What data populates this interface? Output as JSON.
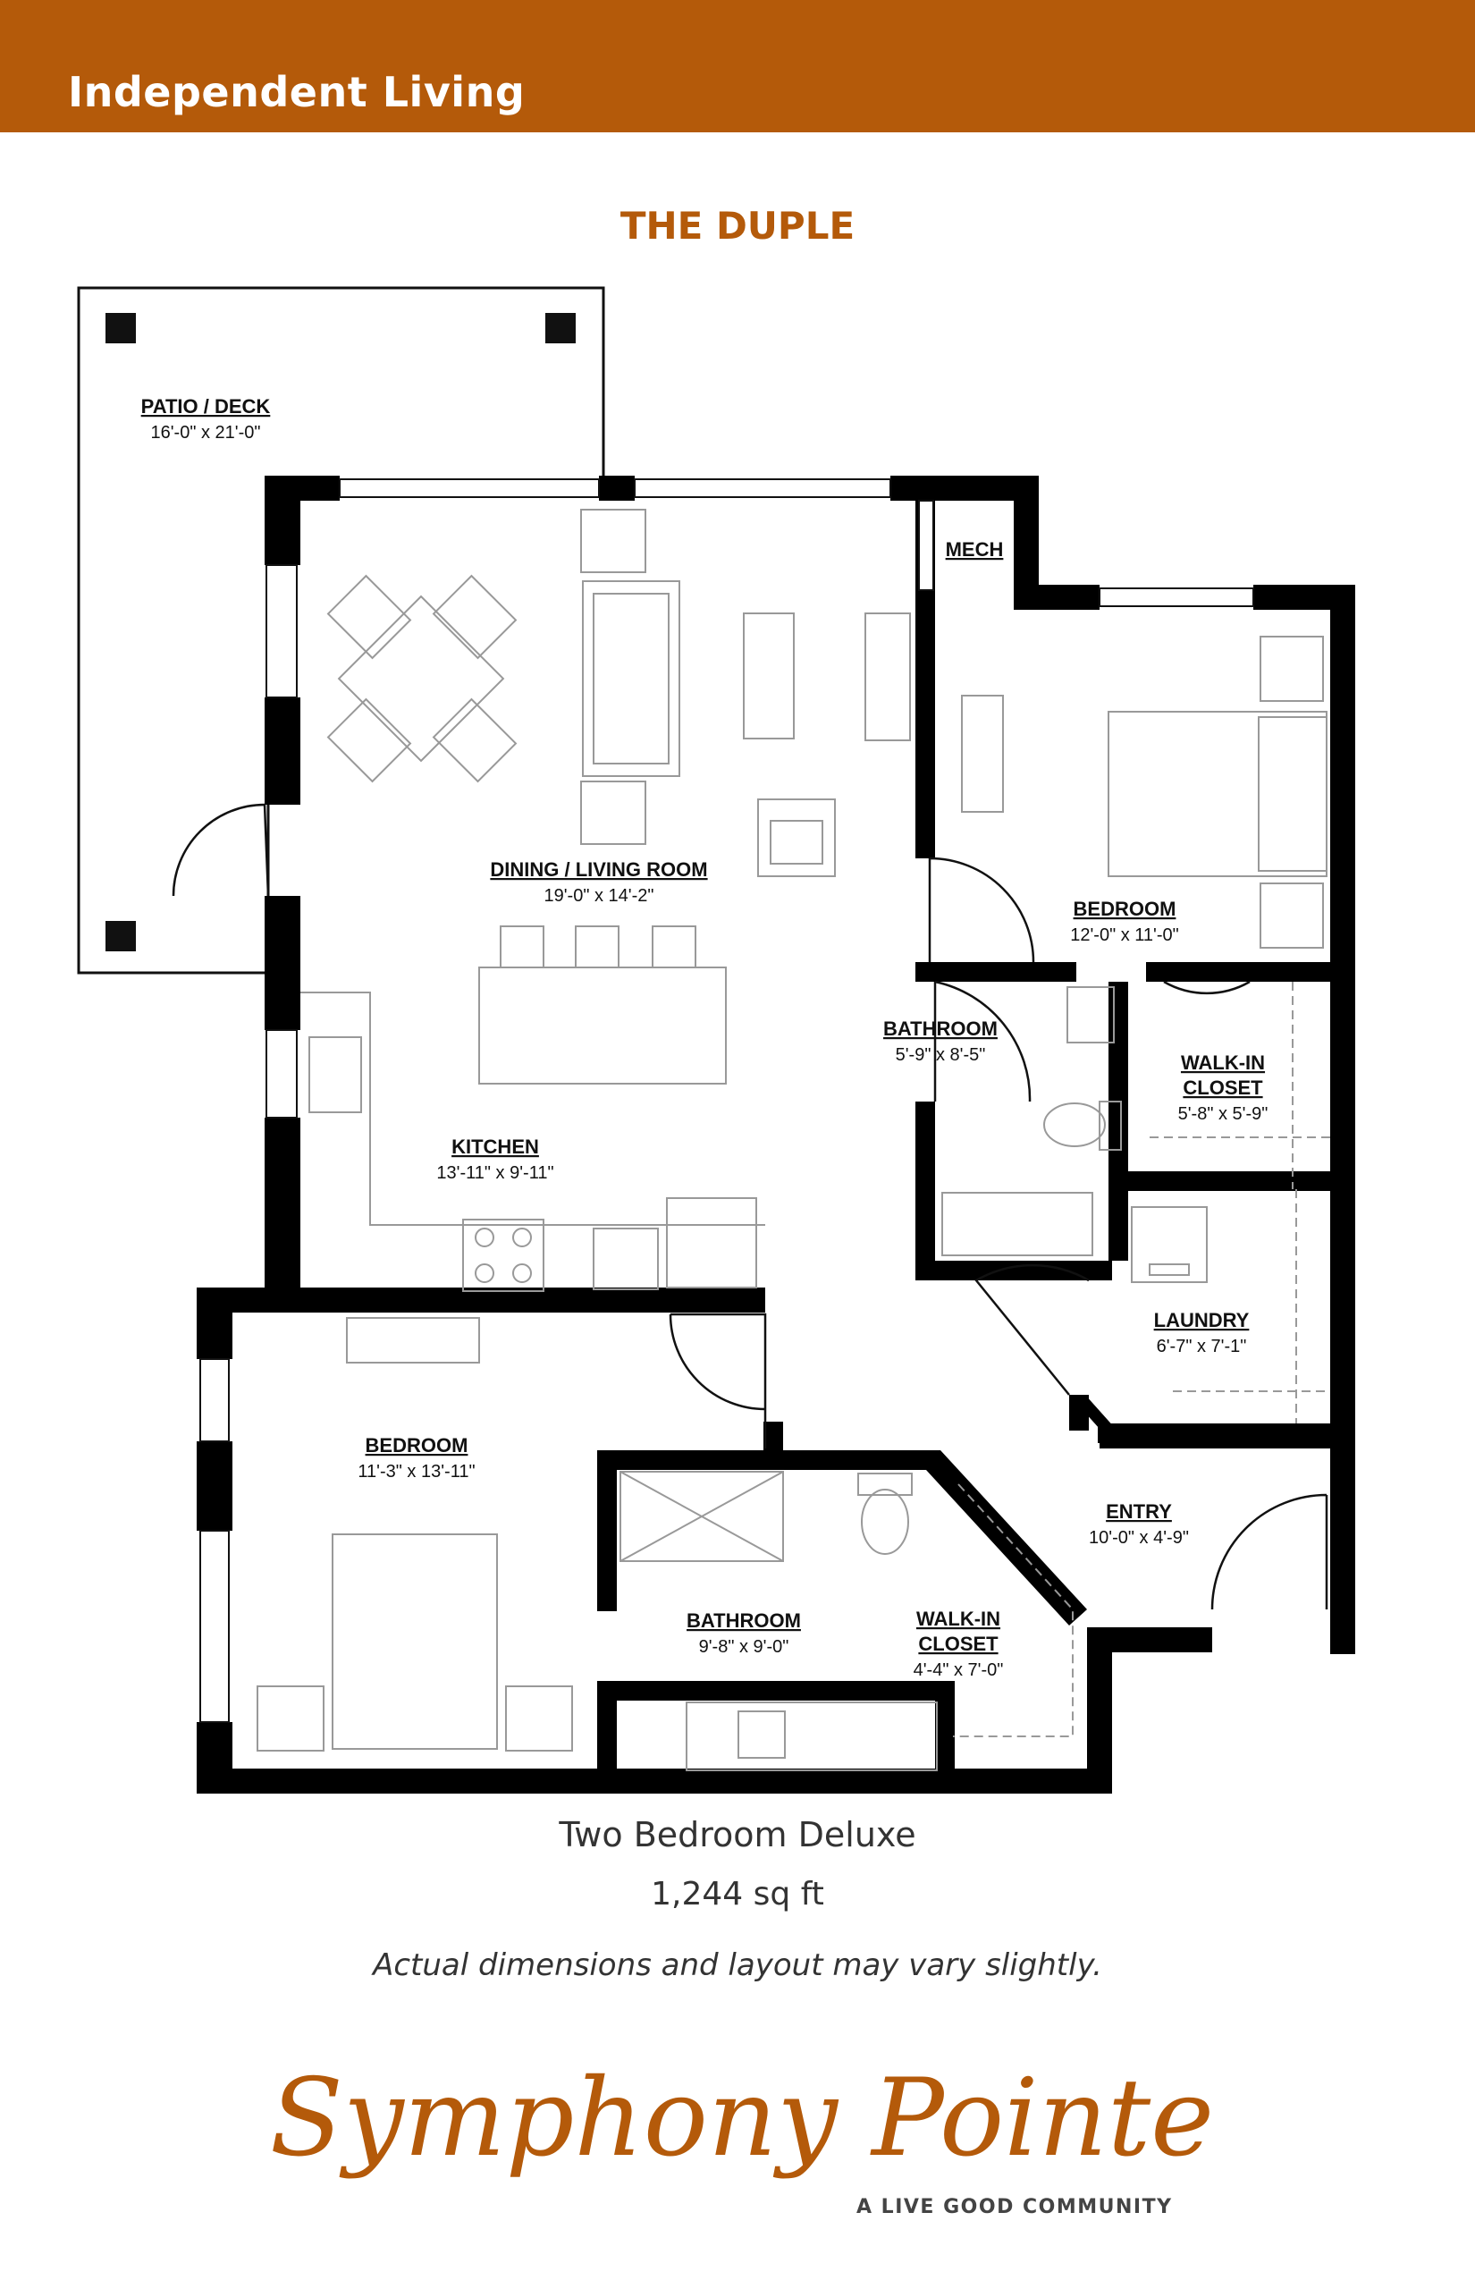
{
  "header": {
    "category": "Independent Living",
    "plan_name": "THE DUPLE"
  },
  "rooms": {
    "patio": {
      "name": "PATIO / DECK",
      "dims": "16'-0\" x 21'-0\""
    },
    "mech": {
      "name": "MECH"
    },
    "dining": {
      "name": "DINING / LIVING ROOM",
      "dims": "19'-0\" x 14'-2\""
    },
    "bedroom1": {
      "name": "BEDROOM",
      "dims": "12'-0\" x 11'-0\""
    },
    "bathroom1": {
      "name": "BATHROOM",
      "dims": "5'-9\" x 8'-5\""
    },
    "walkin1": {
      "name1": "WALK-IN",
      "name2": "CLOSET",
      "dims": "5'-8\" x 5'-9\""
    },
    "kitchen": {
      "name": "KITCHEN",
      "dims": "13'-11\" x 9'-11\""
    },
    "laundry": {
      "name": "LAUNDRY",
      "dims": "6'-7\" x 7'-1\""
    },
    "bedroom2": {
      "name": "BEDROOM",
      "dims": "11'-3\" x 13'-11\""
    },
    "entry": {
      "name": "ENTRY",
      "dims": "10'-0\" x 4'-9\""
    },
    "bathroom2": {
      "name": "BATHROOM",
      "dims": "9'-8\" x 9'-0\""
    },
    "walkin2": {
      "name1": "WALK-IN",
      "name2": "CLOSET",
      "dims": "4'-4\" x 7'-0\""
    }
  },
  "details": {
    "type": "Two Bedroom Deluxe",
    "size": "1,244 sq ft",
    "note": "Actual dimensions and layout may vary slightly."
  },
  "branding": {
    "logo_script": "Symphony Pointe",
    "tagline": "A LIVE GOOD COMMUNITY"
  },
  "colors": {
    "brand": "#b45a0a",
    "wall": "#000000",
    "fixture": "#999999"
  }
}
